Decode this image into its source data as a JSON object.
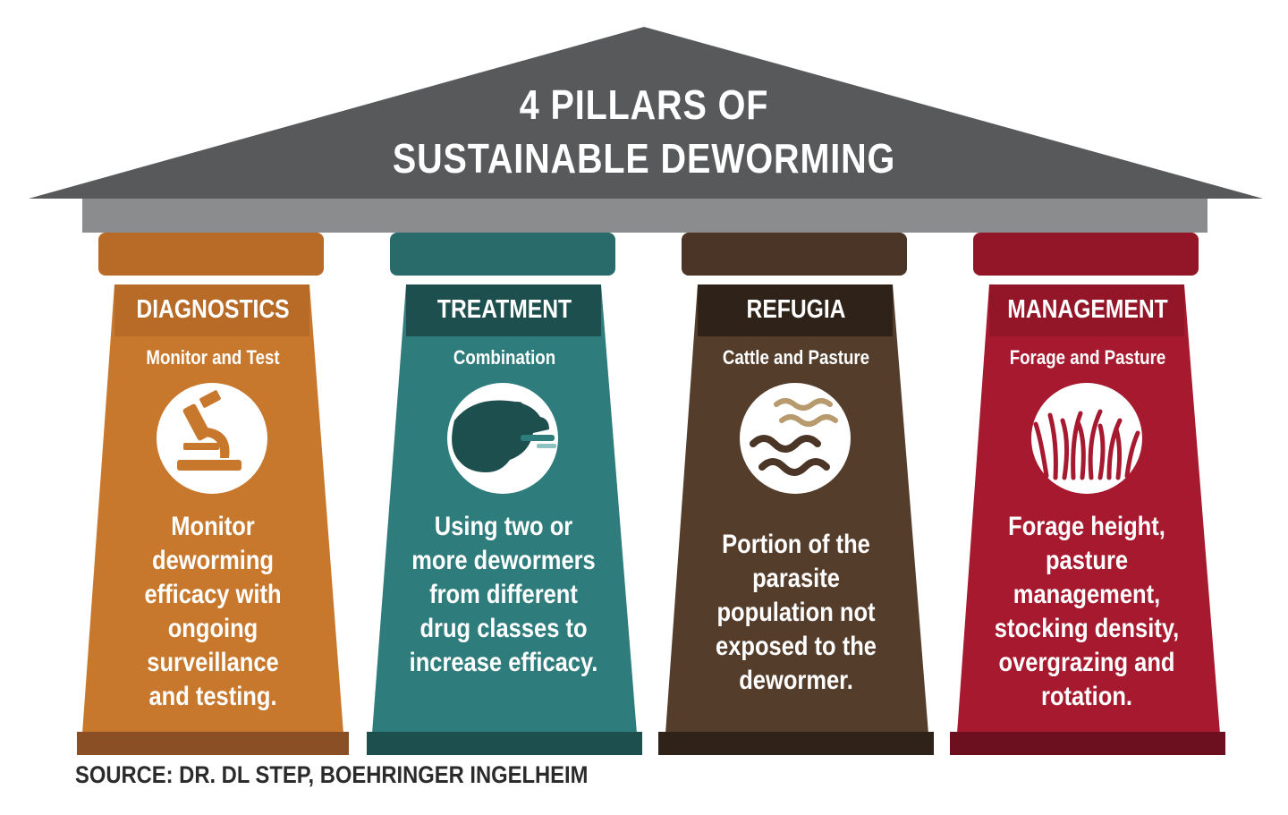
{
  "title": {
    "line1": "4 PILLARS OF",
    "line2": "SUSTAINABLE DEWORMING"
  },
  "pillars": [
    {
      "name": "DIAGNOSTICS",
      "subtitle": "Monitor and Test",
      "icon": "microscope-icon",
      "body": "Monitor deworming efficacy with ongoing surveillance and testing.",
      "colors": {
        "main": "#c8782c",
        "dark": "#8a4f24",
        "light": "#b86a27"
      }
    },
    {
      "name": "TREATMENT",
      "subtitle": "Combination",
      "icon": "cow-dosing-icon",
      "body": "Using two or more dewormers from different drug classes to increase efficacy.",
      "colors": {
        "main": "#2f7c7c",
        "dark": "#1e4f4f",
        "light": "#296b6b"
      }
    },
    {
      "name": "REFUGIA",
      "subtitle": "Cattle and Pasture",
      "icon": "parasite-worms-icon",
      "body": "Portion of the parasite population not exposed to the dewormer.",
      "colors": {
        "main": "#553d2c",
        "dark": "#2f2218",
        "light": "#4a3526"
      }
    },
    {
      "name": "MANAGEMENT",
      "subtitle": "Forage and Pasture",
      "icon": "grass-icon",
      "body": "Forage height, pasture management, stocking density, overgrazing and rotation.",
      "colors": {
        "main": "#a6192e",
        "dark": "#6c0f1e",
        "light": "#931628"
      }
    }
  ],
  "roof_color": "#58595b",
  "roof_beam_color": "#8b8c8e",
  "source": "SOURCE: DR. DL STEP, BOEHRINGER INGELHEIM"
}
